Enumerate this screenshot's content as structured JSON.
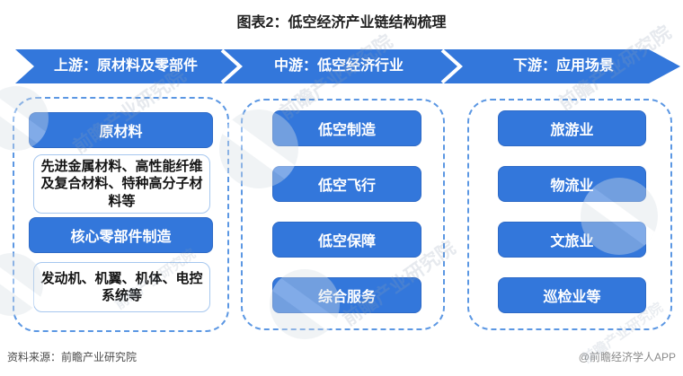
{
  "title": "图表2：低空经济产业链结构梳理",
  "banner": {
    "segments": [
      {
        "label": "上游：原材料及零部件"
      },
      {
        "label": "中游：低空经济行业"
      },
      {
        "label": "下游：应用场景"
      }
    ]
  },
  "columns": {
    "upstream": {
      "button1": "原材料",
      "note1": "先进金属材料、高性能纤维及复合材料、特种高分子材料等",
      "button2": "核心零部件制造",
      "note2": "发动机、机翼、机体、电控系统等"
    },
    "midstream": {
      "items": [
        "低空制造",
        "低空飞行",
        "低空保障",
        "综合服务"
      ]
    },
    "downstream": {
      "items": [
        "旅游业",
        "物流业",
        "文旅业",
        "巡检业等"
      ]
    }
  },
  "footer": {
    "source": "资料来源：前瞻产业研究院",
    "credit": "@前瞻经济学人APP"
  },
  "watermark": {
    "text": "前瞻产业研究院"
  },
  "colors": {
    "primary_blue": "#3377DB",
    "dashed_border": "#5B97E3",
    "note_border": "#A6C7EF",
    "title_text": "#1f1f1f"
  }
}
